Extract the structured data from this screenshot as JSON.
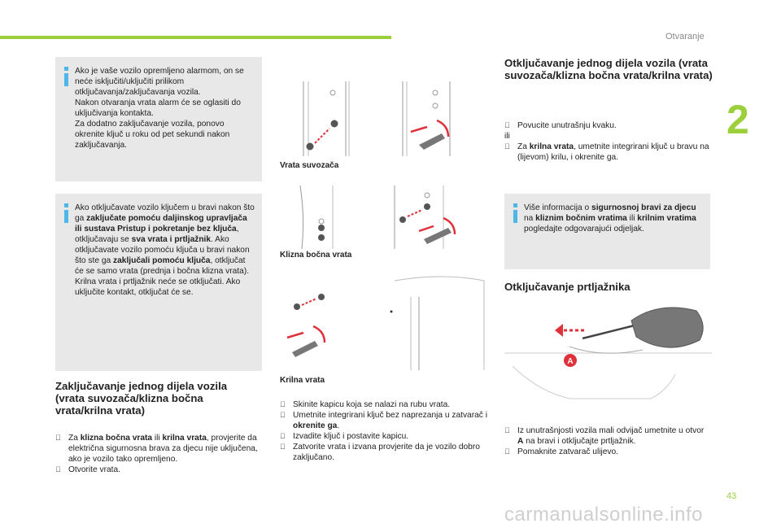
{
  "header": {
    "section": "Otvaranje",
    "chapter": "2",
    "page_number": "43"
  },
  "watermark": "carmanualsonline.info",
  "colors": {
    "accent_green": "#9ccf3c",
    "note_bg": "#e8e8e8",
    "info_blue": "#4db7e8",
    "arrow_red": "#e0303a"
  },
  "note1": {
    "p1": "Ako je vaše vozilo opremljeno alarmom, on se neće isključiti/uključiti prilikom otključavanja/zaključavanja vozila.",
    "p2": "Nakon otvaranja vrata alarm će se oglasiti do uključivanja kontakta.",
    "p3": "Za dodatno zaključavanje vozila, ponovo okrenite ključ u roku od pet sekundi nakon zaključavanja."
  },
  "note2": {
    "s1": "Ako otključavate vozilo ključem u bravi nakon što ga ",
    "s1b": "zaključate pomoću daljinskog upravljača ili sustava Pristup i pokretanje bez ključa",
    "s2": ", otključavaju se ",
    "s2b": "sva vrata i prtljažnik",
    "s3": ". Ako otključavate vozilo pomoću ključa u bravi nakon što ste ga ",
    "s3b": "zaključali pomoću ključa",
    "s4": ", otključat će se samo vrata (prednja i bočna klizna vrata). Krilna vrata i prtljažnik neće se otključati. Ako uključite kontakt, otključat će se."
  },
  "lock_section": {
    "title": "Zaključavanje jednog dijela vozila (vrata suvozača/klizna bočna vrata/krilna vrata)",
    "step1_a": "Za ",
    "step1_b1": "klizna bočna vrata",
    "step1_c": " ili ",
    "step1_b2": "krilna vrata",
    "step1_d": ", provjerite da električna sigurnosna brava za djecu nije uključena, ako je vozilo tako opremljeno.",
    "step2": "Otvorite vrata."
  },
  "captions": {
    "passenger_door": "Vrata suvozača",
    "sliding_door": "Klizna bočna vrata",
    "wing_door": "Krilna vrata"
  },
  "middle_steps": {
    "s1": "Skinite kapicu koja se nalazi na rubu vrata.",
    "s2a": "Umetnite integrirani ključ bez naprezanja u zatvarač i ",
    "s2b": "okrenite ga",
    "s2c": ".",
    "s3": "Izvadite ključ i postavite kapicu.",
    "s4": "Zatvorite vrata i izvana provjerite da je vozilo dobro zaključano."
  },
  "unlock_section": {
    "title": "Otključavanje jednog dijela vozila (vrata suvozača/klizna bočna vrata/krilna vrata)",
    "step1": "Povucite unutrašnju kvaku.",
    "or": "ili",
    "step2a": "Za ",
    "step2b": "krilna vrata",
    "step2c": ", umetnite integrirani ključ u bravu na (lijevom) krilu, i okrenite ga."
  },
  "note3": {
    "a": "Više informacija o ",
    "b": "sigurnosnoj bravi za djecu",
    "c": " na ",
    "d": "kliznim bočnim vratima",
    "e": " ili ",
    "f": "krilnim vratima",
    "g": " pogledajte odgovarajući odjeljak."
  },
  "trunk_section": {
    "title": "Otključavanje prtljažnika",
    "label_a": "A",
    "step1a": "Iz unutrašnjosti vozila mali odvijač umetnite u otvor ",
    "step1b": "A",
    "step1c": " na bravi i otključajte prtljažnik.",
    "step2": "Pomaknite zatvarač ulijevo."
  },
  "bullet_marker": ""
}
